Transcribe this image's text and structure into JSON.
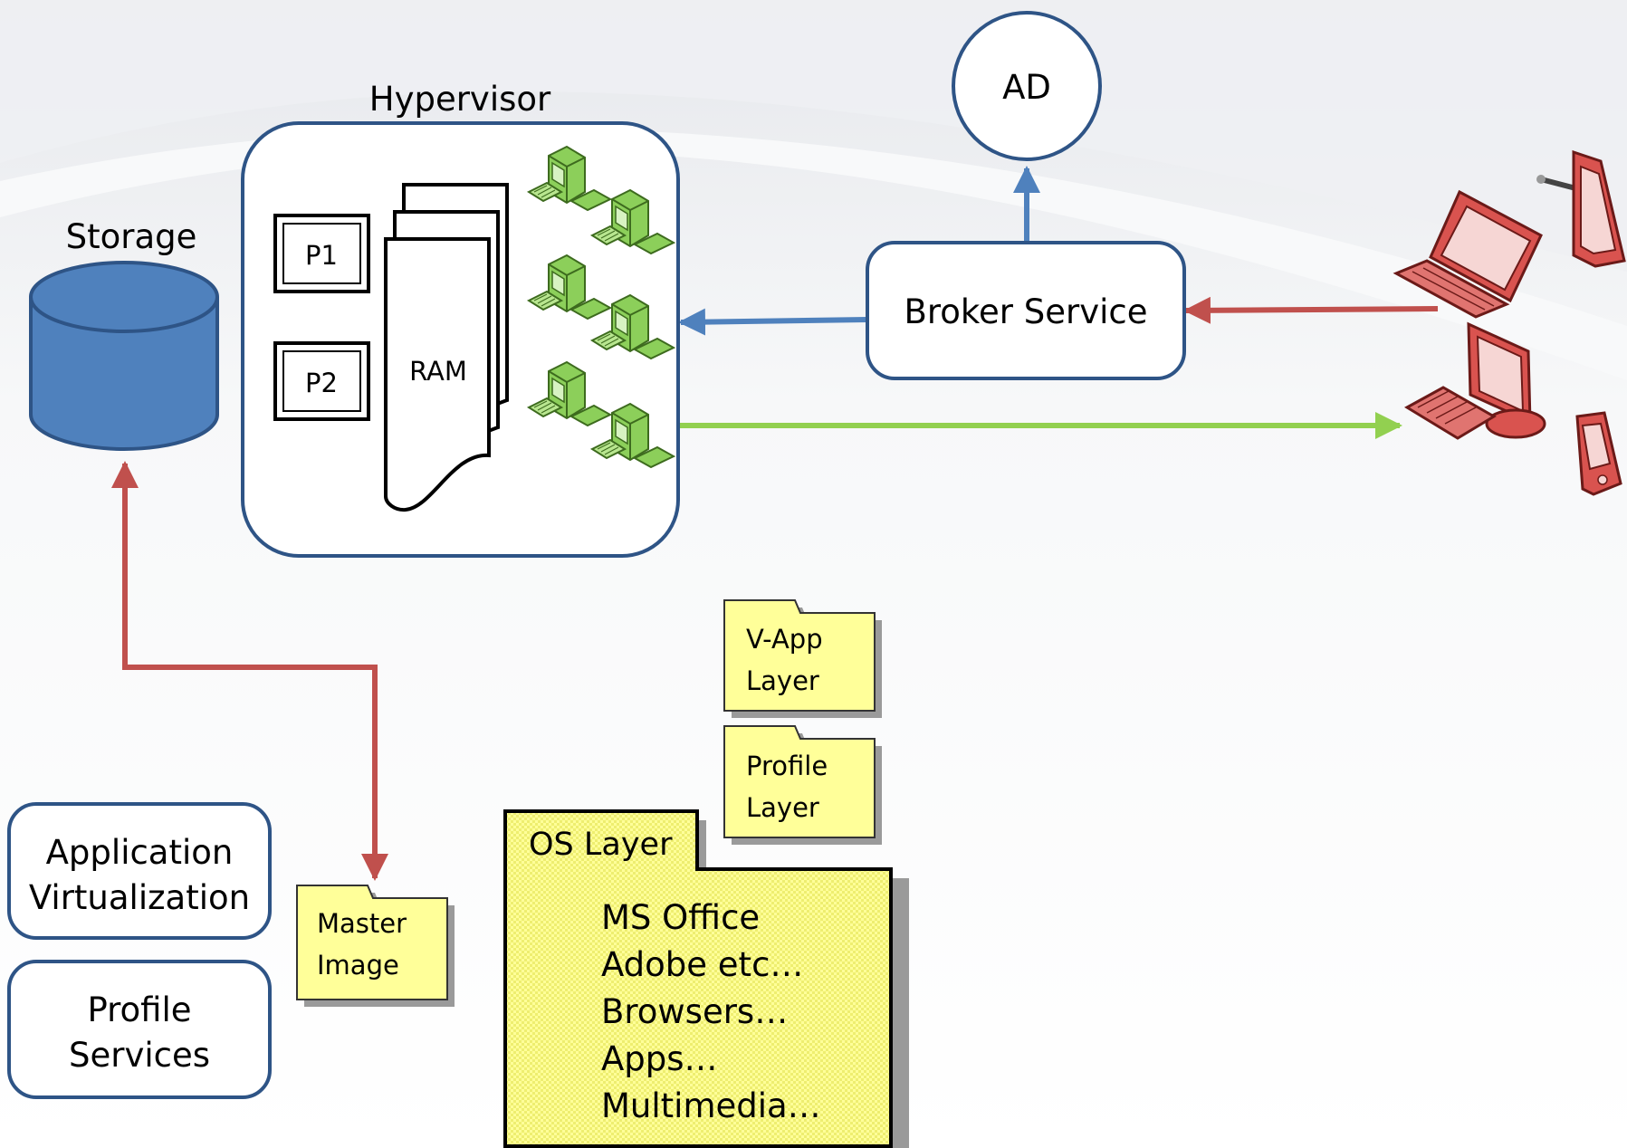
{
  "labels": {
    "hypervisor": "Hypervisor",
    "storage": "Storage",
    "ad": "AD",
    "broker_service": "Broker Service",
    "p1": "P1",
    "p2": "P2",
    "ram": "RAM",
    "app_virt_line1": "Application",
    "app_virt_line2": "Virtualization",
    "profile_services_line1": "Profile",
    "profile_services_line2": "Services",
    "master_image_line1": "Master",
    "master_image_line2": "Image",
    "vapp_layer_line1": "V-App",
    "vapp_layer_line2": "Layer",
    "profile_layer_line1": "Profile",
    "profile_layer_line2": "Layer",
    "os_layer": "OS Layer",
    "os_layer_items": [
      "MS Office",
      "Adobe etc…",
      "Browsers…",
      "Apps…",
      "Multimedia…"
    ]
  },
  "colors": {
    "box_border": "#2e5486",
    "storage_fill": "#4f81bd",
    "arrow_blue": "#4f81bd",
    "arrow_red": "#c0504d",
    "arrow_green": "#92d050",
    "folder_fill": "#ffff99",
    "vm_green": "#8ccf5a",
    "device_red": "#d9534f"
  },
  "icons": [
    "virtual-desktop-icon",
    "laptop-icon",
    "tablet-icon",
    "desktop-computer-icon",
    "mobile-phone-icon",
    "folder-icon",
    "processor-chip-icon",
    "memory-stack-icon",
    "database-icon"
  ]
}
